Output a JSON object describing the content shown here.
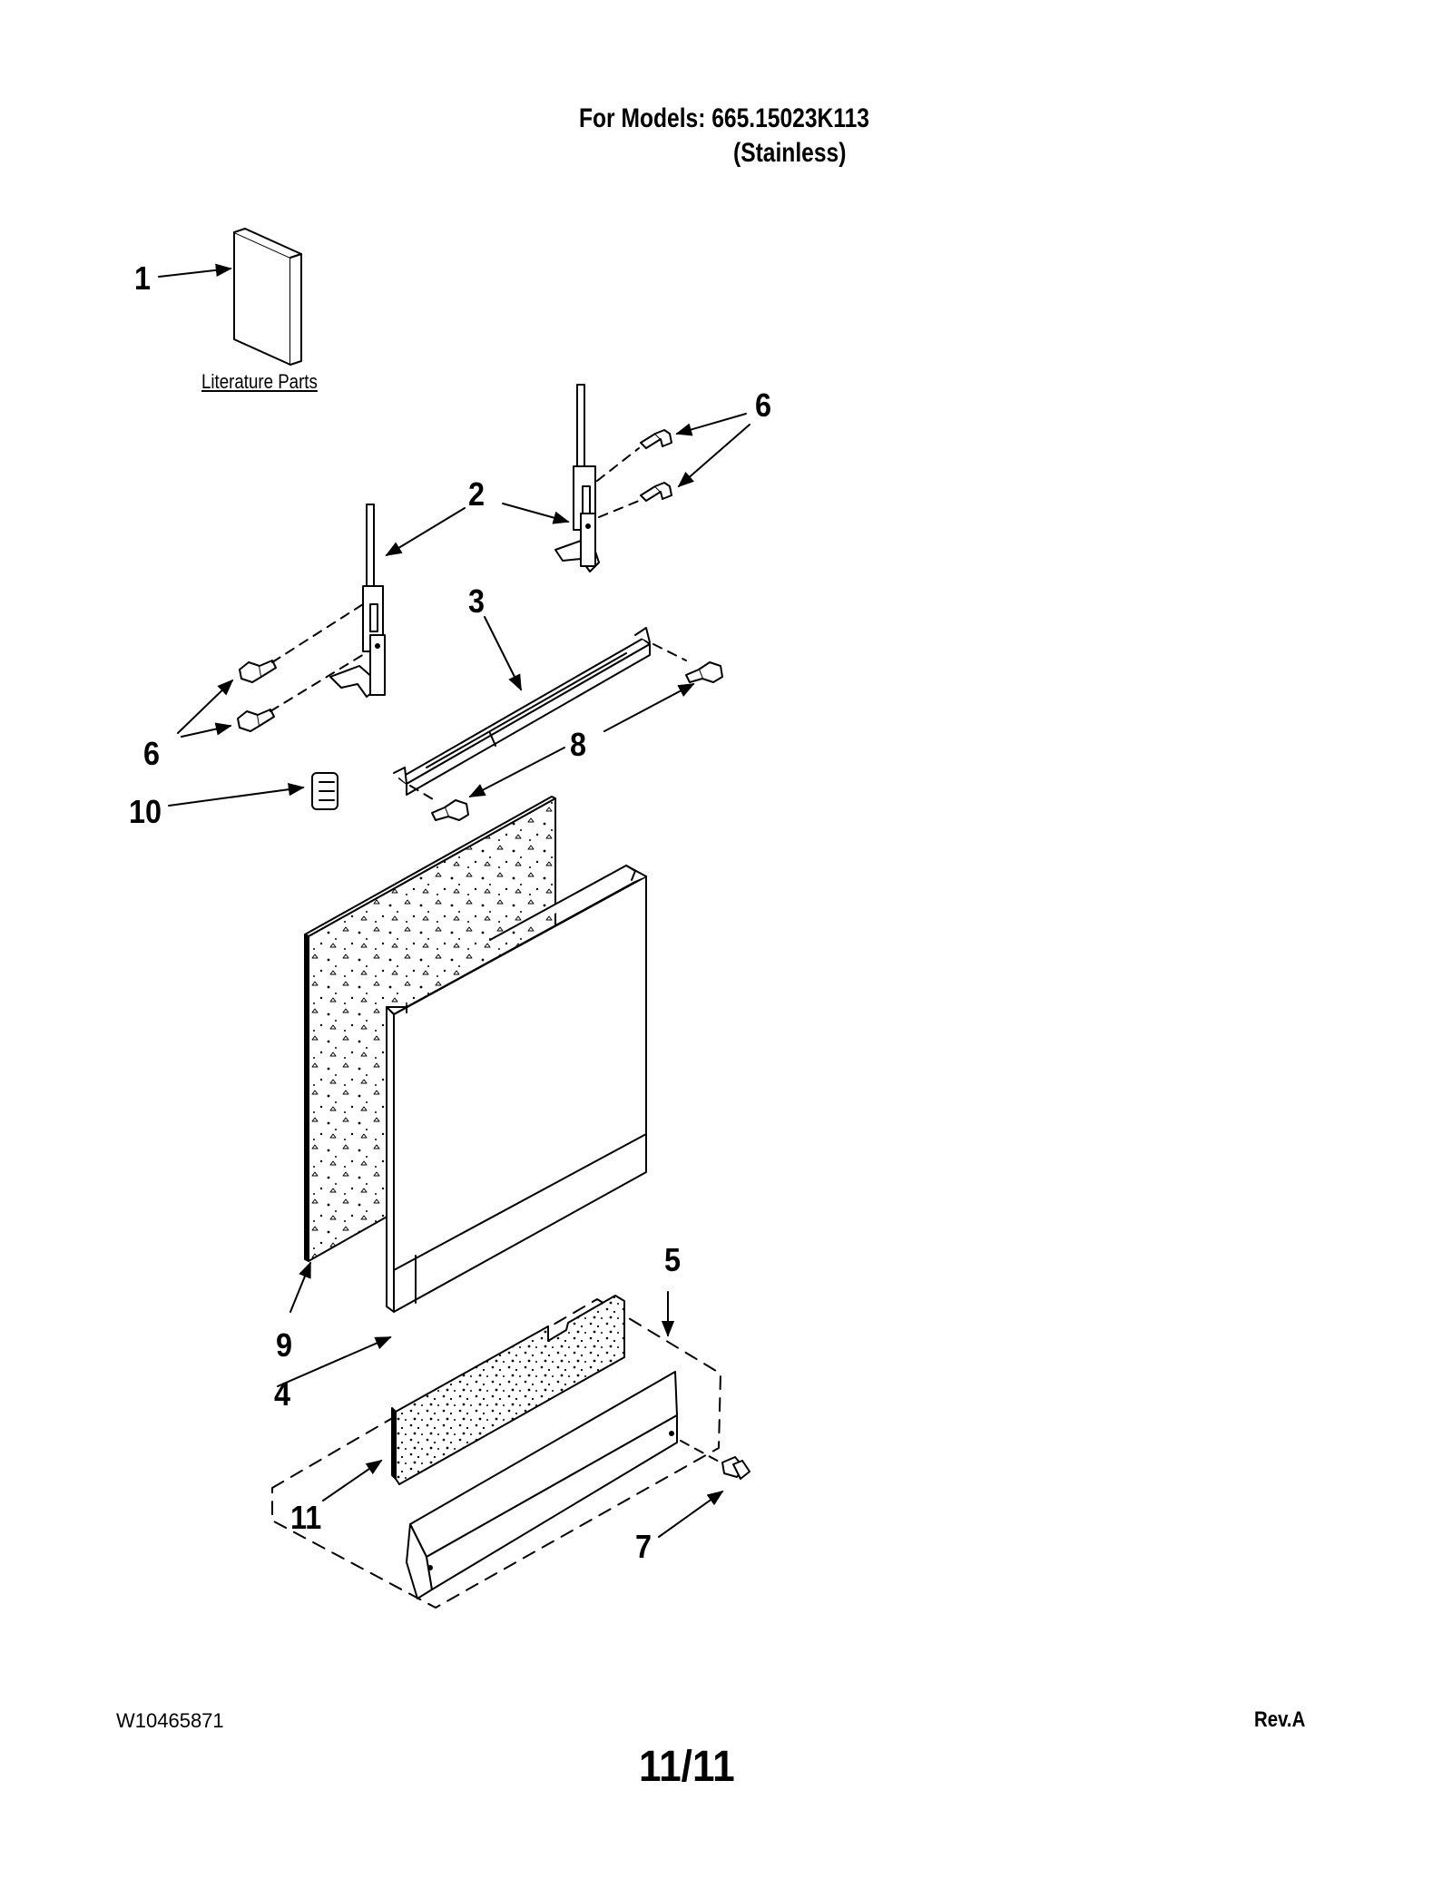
{
  "header": {
    "models_line": "For Models: 665.15023K113",
    "finish_line": "(Stainless)"
  },
  "literature_label": "Literature Parts",
  "callouts": {
    "c1": "1",
    "c2": "2",
    "c3": "3",
    "c4": "4",
    "c5": "5",
    "c6a": "6",
    "c6b": "6",
    "c7": "7",
    "c8": "8",
    "c9": "9",
    "c10": "10",
    "c11": "11"
  },
  "footer": {
    "doc_number": "W10465871",
    "page": "11/11",
    "revision": "Rev.A"
  }
}
